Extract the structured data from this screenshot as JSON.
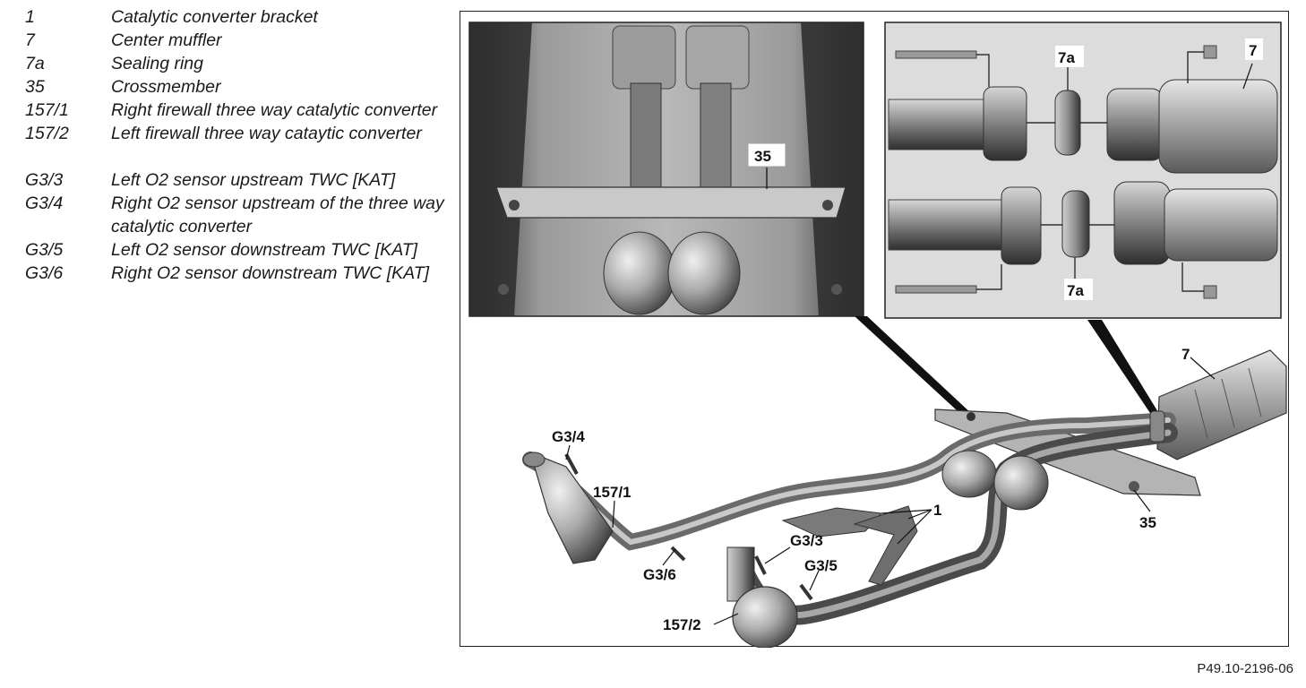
{
  "legend": [
    {
      "code": "1",
      "desc": "Catalytic converter bracket"
    },
    {
      "code": "7",
      "desc": "Center muffler"
    },
    {
      "code": "7a",
      "desc": "Sealing ring"
    },
    {
      "code": "35",
      "desc": "Crossmember"
    },
    {
      "code": "157/1",
      "desc": "Right firewall three way catalytic converter"
    },
    {
      "code": "157/2",
      "desc": "Left firewall three way cataytic converter"
    },
    {
      "code": "G3/3",
      "desc": "Left O2 sensor upstream TWC [KAT]"
    },
    {
      "code": "G3/4",
      "desc": "Right O2 sensor upstream of the three way catalytic converter"
    },
    {
      "code": "G3/5",
      "desc": "Left O2 sensor downstream TWC [KAT]"
    },
    {
      "code": "G3/6",
      "desc": "Right O2 sensor downstream TWC [KAT]"
    }
  ],
  "callouts": {
    "c35_inset": "35",
    "c7a_top": "7a",
    "c7a_bottom": "7a",
    "c7_inset": "7",
    "c7_main": "7",
    "c35_main": "35",
    "c1": "1",
    "g34": "G3/4",
    "c1571": "157/1",
    "g33": "G3/3",
    "g35": "G3/5",
    "g36": "G3/6",
    "c1572": "157/2"
  },
  "figure_id": "P49.10-2196-06"
}
